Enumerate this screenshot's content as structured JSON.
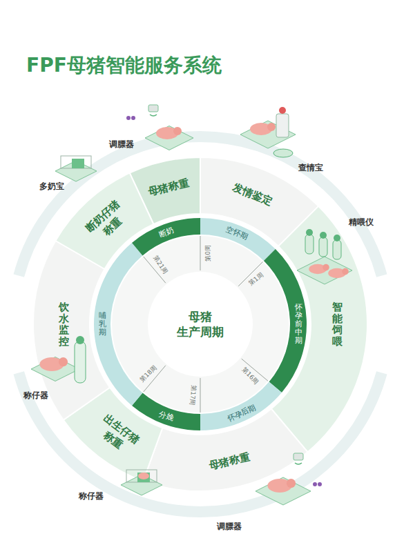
{
  "diagram": {
    "title": "FPF母猪智能服务系统",
    "nodes": [
      {
        "text": [
          "母猪称重"
        ]
      },
      {
        "text": [
          "发情鉴定"
        ]
      },
      {
        "text": [
          "智能饲喂"
        ]
      },
      {
        "text": [
          "母猪称重"
        ]
      },
      {
        "text": [
          "出生仔猪 称重"
        ]
      },
      {
        "text": [
          "饮水监控"
        ]
      },
      {
        "text": [
          "断奶仔猪 称重"
        ]
      },
      {
        "text": [
          "空怀期"
        ]
      },
      {
        "text": [
          "怀孕前中期"
        ]
      },
      {
        "text": [
          "怀孕后期"
        ]
      },
      {
        "text": [
          "分娩"
        ]
      },
      {
        "text": [
          "哺乳期"
        ]
      },
      {
        "text": [
          "断奶"
        ]
      },
      {
        "text": [
          "母猪 生产周期"
        ]
      }
    ],
    "edges": [],
    "labels": [
      "调膘器",
      "查情宝",
      "精喂仪",
      "多奶宝",
      "称仔器",
      "称仔器",
      "调膘器",
      "第0周",
      "第1周",
      "第16周",
      "第17周",
      "第18周",
      "第21周"
    ]
  }
}
